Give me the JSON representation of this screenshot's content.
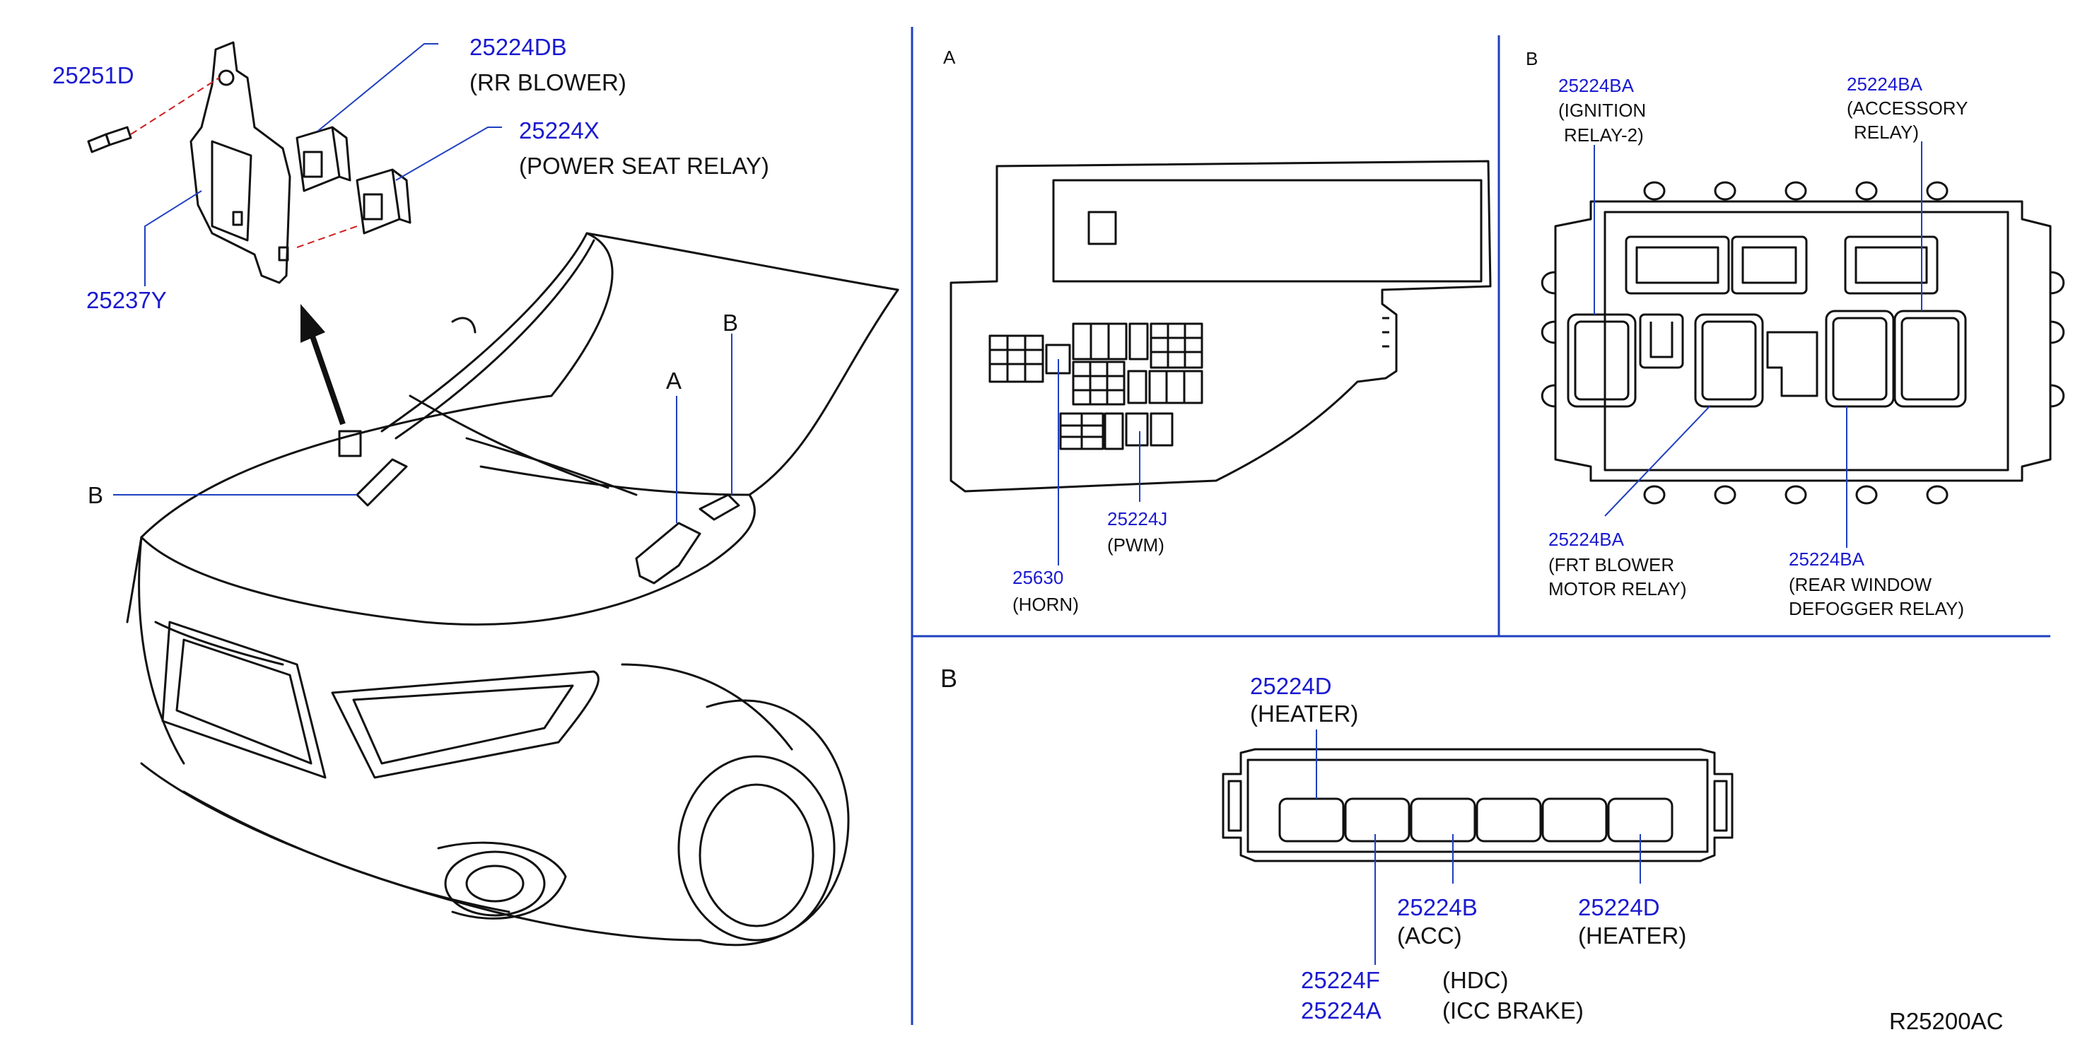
{
  "diagram": {
    "drawing_id": "R25200AC",
    "colors": {
      "part_number": "#1a1ad0",
      "leader": "#1f3fbf",
      "line": "#111111",
      "guide": "#d02020"
    },
    "left": {
      "p25251D": "25251D",
      "p25224DB": "25224DB",
      "rr_blower": "(RR  BLOWER)",
      "p25224X": "25224X",
      "power_seat_relay": "(POWER  SEAT  RELAY)",
      "p25237Y": "25237Y",
      "callout_a": "A",
      "callout_b_hood": "B",
      "callout_b_left": "B"
    },
    "panel_a": {
      "title": "A",
      "p25224J": "25224J",
      "pwm": "(PWM)",
      "p25630": "25630",
      "horn": "(HORN)"
    },
    "panel_b_top": {
      "title": "B",
      "ign_pn": "25224BA",
      "ign_l1": "(IGNITION",
      "ign_l2": "RELAY-2)",
      "acc_pn": "25224BA",
      "acc_l1": "(ACCESSORY",
      "acc_l2": "RELAY)",
      "frt_pn": "25224BA",
      "frt_l1": "(FRT  BLOWER",
      "frt_l2": "MOTOR  RELAY)",
      "rear_pn": "25224BA",
      "rear_l1": "(REAR  WINDOW",
      "rear_l2": "DEFOGGER  RELAY)"
    },
    "panel_b_bottom": {
      "title": "B",
      "p25224D_top": "25224D",
      "heater_top": "(HEATER)",
      "p25224B": "25224B",
      "acc": "(ACC)",
      "p25224D_right": "25224D",
      "heater_right": "(HEATER)",
      "p25224F": "25224F",
      "hdc": "(HDC)",
      "p25224A": "25224A",
      "icc_brake": "(ICC  BRAKE)"
    }
  }
}
